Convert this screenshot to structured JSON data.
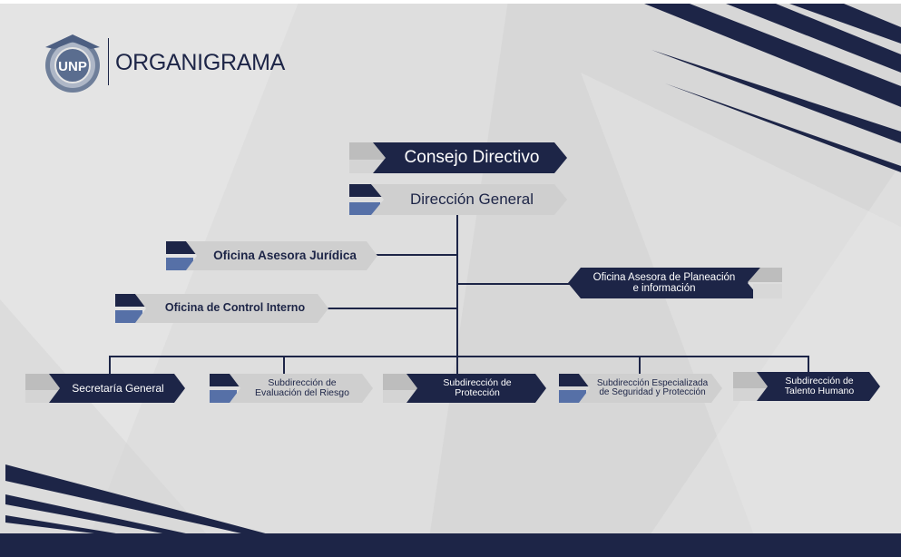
{
  "header": {
    "title": "ORGANIGRAMA",
    "logo_text": "UNP"
  },
  "colors": {
    "navy": "#1d2547",
    "slate": "#5670a7",
    "light_gray": "#cfcfcf",
    "mid_gray": "#bdbdbd",
    "background": "#dcdcdc"
  },
  "org": {
    "consejo": "Consejo Directivo",
    "direccion": "Dirección General",
    "juridica": "Oficina Asesora Jurídica",
    "control": "Oficina de Control Interno",
    "planeacion": "Oficina Asesora de Planeación\ne información",
    "secretaria": "Secretaría General",
    "evaluacion": "Subdirección de\nEvaluación del Riesgo",
    "proteccion": "Subdirección de\nProtección",
    "especializada": "Subdirección Especializada\nde Seguridad y Protección",
    "talento": "Subdirección de\nTalento Humano"
  }
}
